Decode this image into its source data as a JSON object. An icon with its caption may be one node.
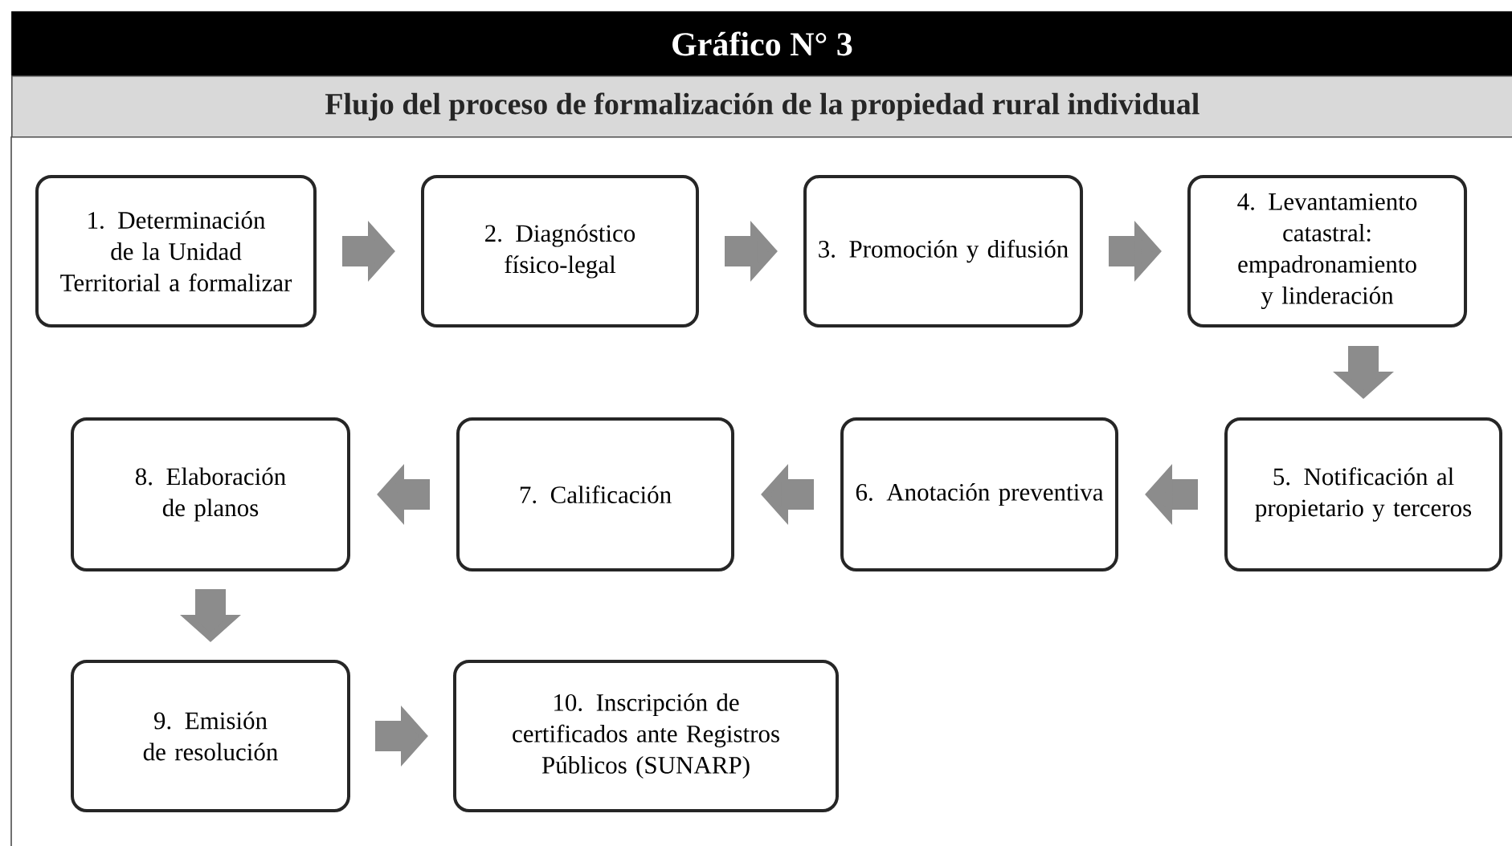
{
  "diagram": {
    "title": "Gráfico N° 3",
    "nodes": [
      {
        "text": [
          "1. Determinación de la Unidad Territorial a formalizar"
        ]
      },
      {
        "text": [
          "2. Diagnóstico físico-legal"
        ]
      },
      {
        "text": [
          "3. Promoción y difusión"
        ]
      },
      {
        "text": [
          "4. Levantamiento catastral: empadronamiento y linderación"
        ]
      },
      {
        "text": [
          "5. Notificación al propietario y terceros"
        ]
      },
      {
        "text": [
          "6. Anotación preventiva"
        ]
      },
      {
        "text": [
          "7. Calificación"
        ]
      },
      {
        "text": [
          "8. Elaboración de planos"
        ]
      },
      {
        "text": [
          "9. Emisión de resolución"
        ]
      },
      {
        "text": [
          "10. Inscripción de certificados ante Registros Públicos (SUNARP)"
        ]
      }
    ],
    "edges": [
      {
        "from": 0,
        "to": 1,
        "arrow": "to"
      },
      {
        "from": 1,
        "to": 2,
        "arrow": "to"
      },
      {
        "from": 2,
        "to": 3,
        "arrow": "to"
      },
      {
        "from": 3,
        "to": 4,
        "arrow": "to"
      },
      {
        "from": 4,
        "to": 5,
        "arrow": "to"
      },
      {
        "from": 5,
        "to": 6,
        "arrow": "to"
      },
      {
        "from": 6,
        "to": 7,
        "arrow": "to"
      },
      {
        "from": 7,
        "to": 8,
        "arrow": "to"
      },
      {
        "from": 8,
        "to": 9,
        "arrow": "to"
      }
    ],
    "labels": [
      "Flujo del proceso de formalización de la propiedad rural individual"
    ]
  }
}
